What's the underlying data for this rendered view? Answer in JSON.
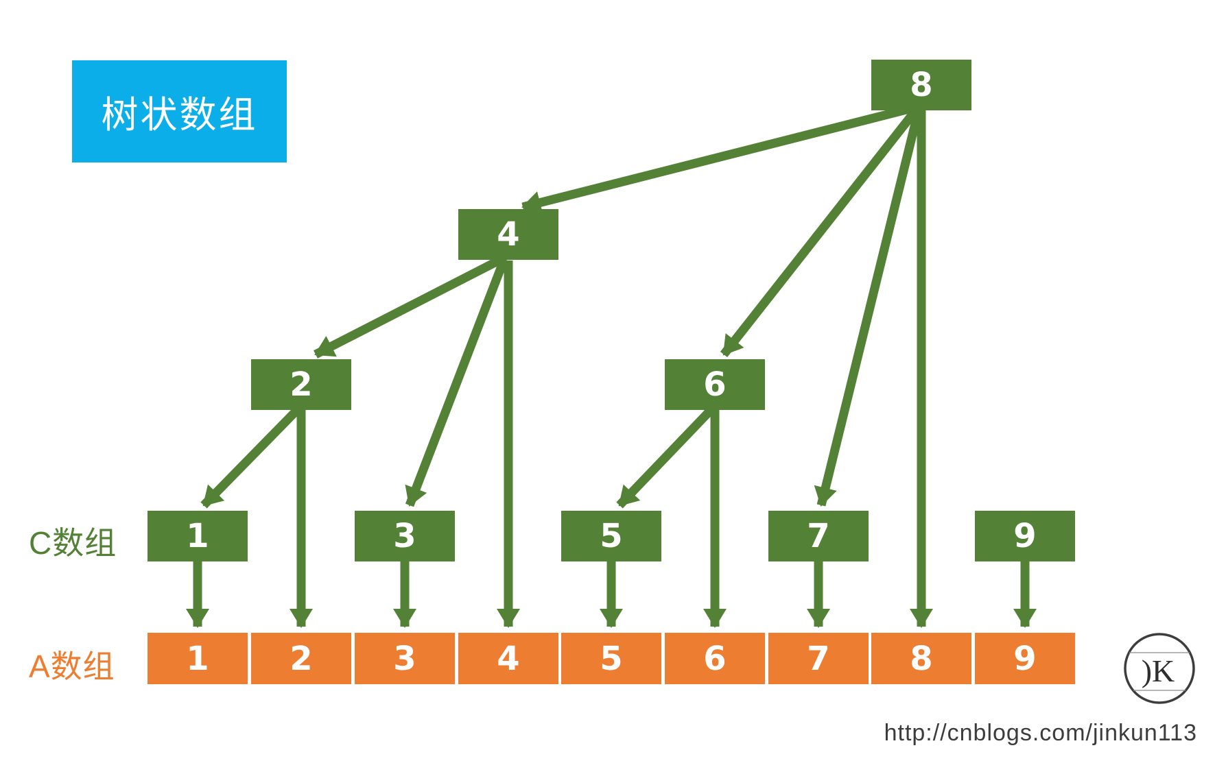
{
  "title": "树状数组",
  "labels": {
    "c_array": "C数组",
    "a_array": "A数组"
  },
  "tree_nodes": {
    "n8": "8",
    "n4": "4",
    "n2": "2",
    "n6": "6",
    "c1": "1",
    "c3": "3",
    "c5": "5",
    "c7": "7",
    "c9": "9"
  },
  "a_array_cells": [
    "1",
    "2",
    "3",
    "4",
    "5",
    "6",
    "7",
    "8",
    "9"
  ],
  "edges": [
    "8→4",
    "8→6",
    "8→7",
    "8→A8",
    "4→2",
    "4→3",
    "4→A4",
    "2→1",
    "2→A2",
    "6→5",
    "6→A6",
    "1→A1",
    "3→A3",
    "5→A5",
    "7→A7",
    "9→A9"
  ],
  "logo": {
    "text": ")K"
  },
  "footer": {
    "url": "http://cnblogs.com/jinkun113"
  },
  "colors": {
    "green": "#538135",
    "orange": "#ED7D31",
    "blue": "#0BAEE8"
  }
}
